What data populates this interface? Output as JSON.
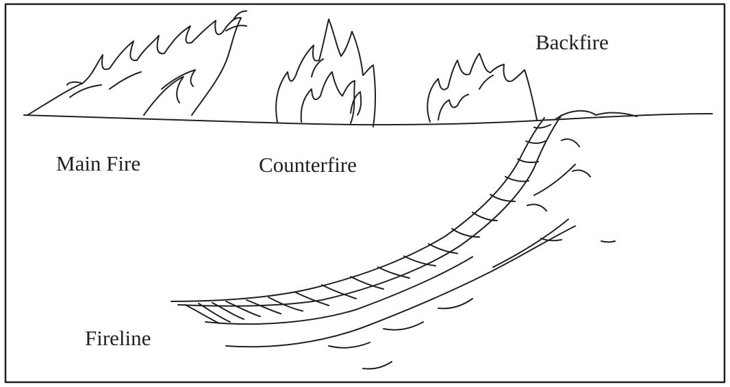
{
  "labels": {
    "backfire": "Backfire",
    "main_fire": "Main Fire",
    "counterfire": "Counterfire",
    "fireline": "Fireline"
  },
  "colors": {
    "ink": "#1f1f1f",
    "paper": "#ffffff"
  }
}
